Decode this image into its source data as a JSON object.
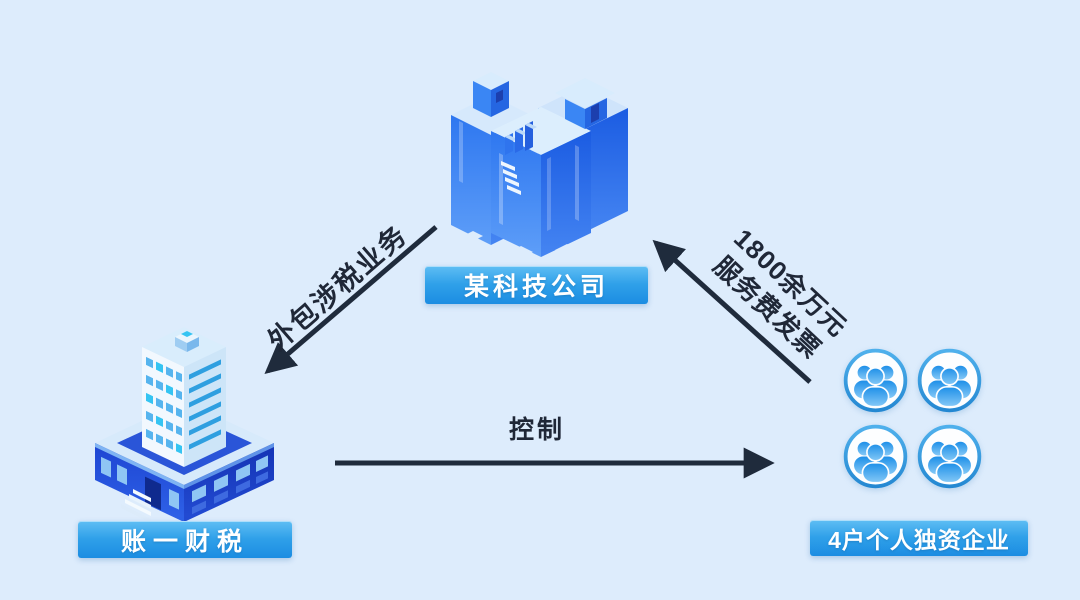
{
  "canvas": {
    "background": "#ddecfc",
    "type": "relationship-diagram"
  },
  "colors": {
    "arrow": "#1f2b3c",
    "label_bar_top": "#5fbef4",
    "label_bar_bottom": "#1c8de2",
    "label_bar_text": "#ffffff",
    "edge_text": "#1f2737"
  },
  "nodes": {
    "tech_company": {
      "label": "某科技公司",
      "icon": "tech-building-icon"
    },
    "accounting_firm": {
      "label": "账一财税",
      "icon": "office-building-icon"
    },
    "proprietorships": {
      "label": "4户个人独资企业",
      "icon": "people-group-icon",
      "group_count": 4
    }
  },
  "edges": {
    "outsource": {
      "label": "外包涉税业务",
      "from": "某科技公司",
      "to": "账一财税",
      "direction": "top-to-bottom-left"
    },
    "control": {
      "label": "控制",
      "from": "账一财税",
      "to": "4户个人独资企业",
      "direction": "left-to-right"
    },
    "invoice": {
      "line1": "1800余万元",
      "line2": "服务费发票",
      "from": "4户个人独资企业",
      "to": "某科技公司",
      "direction": "bottom-right-to-top"
    }
  }
}
